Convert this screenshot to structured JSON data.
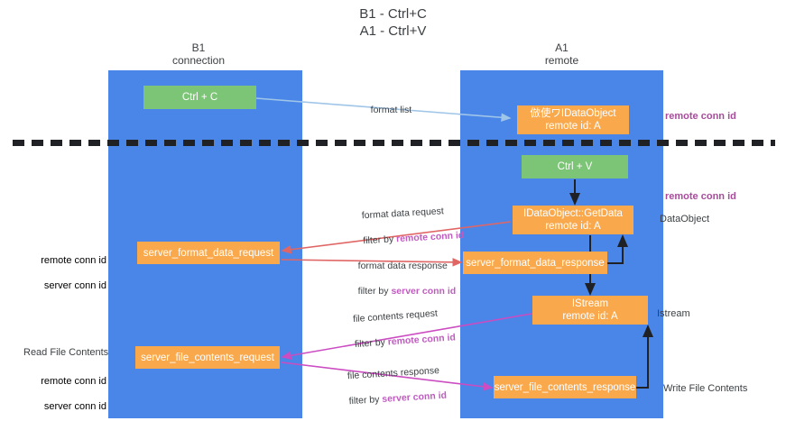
{
  "title": "B1 - Ctrl+C\nA1 - Ctrl+V",
  "colors": {
    "lane": "#4a86e8",
    "green_node": "#7cc576",
    "orange_node": "#f9a94c",
    "remote_conn_id": "#a64d9a",
    "server_conn_id": "#6aa84f",
    "divider": "#202124",
    "arrow_blue": "#9fc5e8",
    "arrow_red": "#e06666",
    "arrow_magenta": "#cc4cc2",
    "arrow_black": "#202124"
  },
  "lanes": [
    {
      "name": "b1",
      "header_line1": "B1",
      "header_line2": "connection"
    },
    {
      "name": "a1",
      "header_line1": "A1",
      "header_line2": "remote"
    }
  ],
  "nodes": {
    "ctrl_c": {
      "line1": "Ctrl + C",
      "line2": ""
    },
    "ctrl_v": {
      "line1": "Ctrl + V",
      "line2": ""
    },
    "idataobject": {
      "line1": "倣使ワIDataObject",
      "line2": "remote id: A"
    },
    "getdata": {
      "line1": "IDataObject::GetData",
      "line2": "remote id: A"
    },
    "server_format_data_request": {
      "line1": "server_format_data_request",
      "line2": ""
    },
    "server_format_data_response": {
      "line1": "server_format_data_response",
      "line2": ""
    },
    "istream": {
      "line1": "IStream",
      "line2": "remote id: A"
    },
    "server_file_contents_request": {
      "line1": "server_file_contents_request",
      "line2": ""
    },
    "server_file_contents_response": {
      "line1": "server_file_contents_response",
      "line2": ""
    }
  },
  "edge_labels": {
    "format_list": "format list",
    "format_data_request": "format data request",
    "format_data_request_filter_prefix": "filter by ",
    "format_data_request_filter_key": "remote conn id",
    "format_data_response": "format data response",
    "format_data_response_filter_prefix": "filter by ",
    "format_data_response_filter_key": "server conn id",
    "file_contents_request": "file contents request",
    "file_contents_request_filter_prefix": "filter by ",
    "file_contents_request_filter_key": "remote conn id",
    "file_contents_response": "file contents response",
    "file_contents_response_filter_prefix": "filter by ",
    "file_contents_response_filter_key": "server conn id"
  },
  "annotations": {
    "remote_conn_id_top": "remote conn id",
    "remote_conn_id_mid": "remote conn id",
    "dataobject": "DataObject",
    "istream": "Istream",
    "write_file_contents": "Write File Contents",
    "read_file_contents": "Read File Contents",
    "left_remote_conn_id_1": "remote conn id",
    "left_server_conn_id_1": "server conn id",
    "left_remote_conn_id_2": "remote conn id",
    "left_server_conn_id_2": "server conn id"
  }
}
